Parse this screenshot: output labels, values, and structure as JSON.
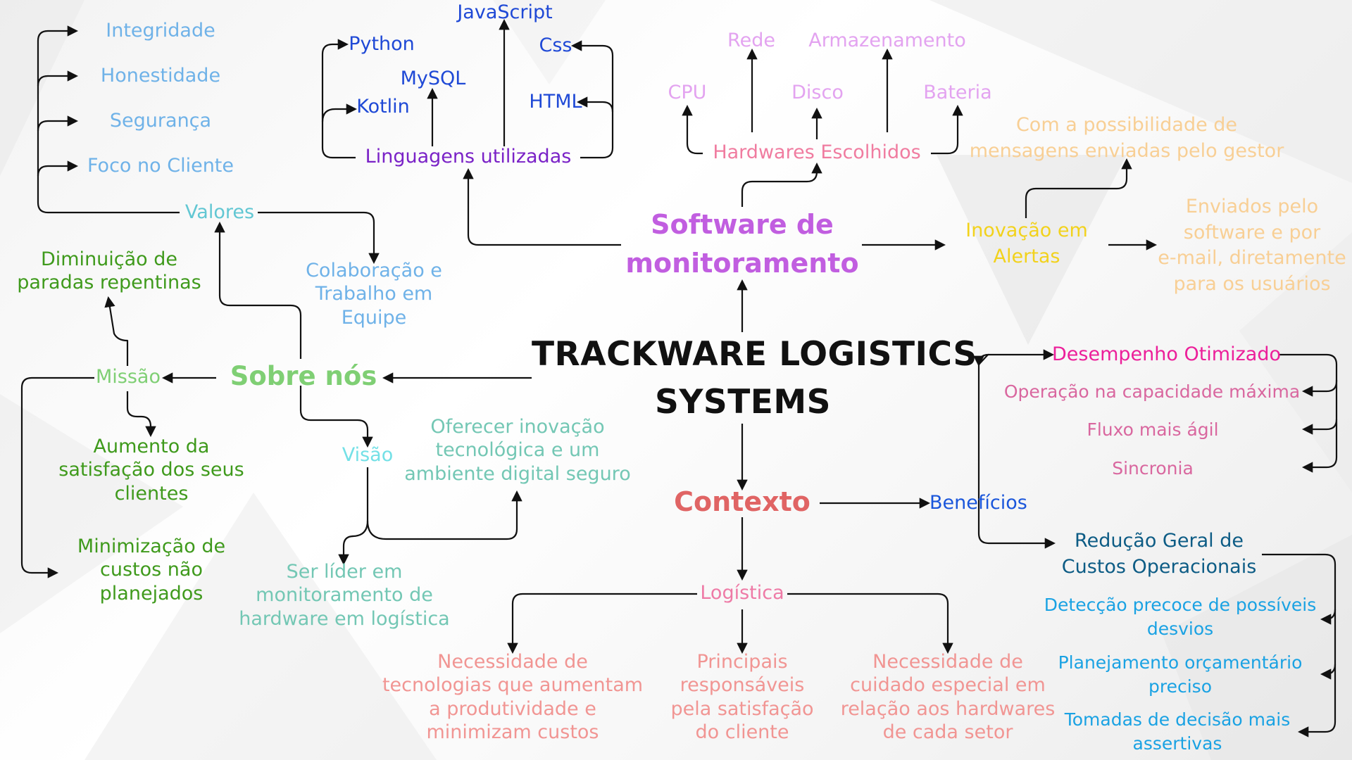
{
  "central": {
    "line1": "TRACKWARE LOGISTICS",
    "line2": "SYSTEMS"
  },
  "sobre": {
    "label": "Sobre nós",
    "valores": {
      "label": "Valores",
      "items": [
        "Integridade",
        "Honestidade",
        "Segurança",
        "Foco no Cliente"
      ],
      "colab": [
        "Colaboração e",
        "Trabalho em",
        "Equipe"
      ]
    },
    "missao": {
      "label": "Missão",
      "diminuicao": [
        "Diminuição de",
        "paradas repentinas"
      ],
      "aumento": [
        "Aumento da",
        "satisfação dos seus",
        "clientes"
      ],
      "minimizacao": [
        "Minimização de",
        "custos não",
        "planejados"
      ]
    },
    "visao": {
      "label": "Visão",
      "oferecer": [
        "Oferecer inovação",
        "tecnológica e um",
        "ambiente digital seguro"
      ],
      "lider": [
        "Ser líder em",
        "monitoramento de",
        "hardware em logística"
      ]
    }
  },
  "software": {
    "label": [
      "Software de",
      "monitoramento"
    ],
    "linguagens": {
      "label": "Linguagens utilizadas",
      "items": {
        "javascript": "JavaScript",
        "python": "Python",
        "css": "Css",
        "mysql": "MySQL",
        "kotlin": "Kotlin",
        "html": "HTML"
      }
    },
    "hardwares": {
      "label": "Hardwares Escolhidos",
      "items": {
        "rede": "Rede",
        "armazenamento": "Armazenamento",
        "cpu": "CPU",
        "disco": "Disco",
        "bateria": "Bateria"
      }
    },
    "inovacao": {
      "label": [
        "Inovação em",
        "Alertas"
      ],
      "possibilidade": [
        "Com a possibilidade de",
        "mensagens enviadas pelo gestor"
      ],
      "enviados": [
        "Enviados pelo",
        "software e por",
        "e-mail, diretamente",
        "para os usuários"
      ]
    }
  },
  "contexto": {
    "label": "Contexto",
    "beneficios": {
      "label": "Benefícios",
      "desempenho": {
        "label": "Desempenho Otimizado",
        "items": [
          "Operação na capacidade máxima",
          "Fluxo mais ágil",
          "Sincronia"
        ]
      },
      "reducao": {
        "label": [
          "Redução Geral de",
          "Custos Operacionais"
        ],
        "deteccao": [
          "Detecção precoce de possíveis",
          "desvios"
        ],
        "planejamento": [
          "Planejamento orçamentário",
          "preciso"
        ],
        "tomadas": [
          "Tomadas de decisão mais",
          "assertivas"
        ]
      }
    },
    "logistica": {
      "label": "Logística",
      "necessidade1": [
        "Necessidade de",
        "tecnologias que aumentam",
        "a produtividade e",
        "minimizam custos"
      ],
      "principais": [
        "Principais",
        "responsáveis",
        "pela satisfação",
        "do cliente"
      ],
      "necessidade2": [
        "Necessidade de",
        "cuidado especial em",
        "relação aos hardwares",
        "de cada setor"
      ]
    }
  },
  "colors": {
    "central": "#111111",
    "sobre": "#7fcf74",
    "valores": "#62c7d3",
    "valores_items": "#6fb2e8",
    "missao_green": "#3f9a1c",
    "visao_teal": "#73c7b4",
    "software": "#c15ee0",
    "linguagens": "#7a22c7",
    "lang_blue": "#1f49d6",
    "hardwares": "#f07ca0",
    "hw_items": "#e3a3f0",
    "inovacao": "#f2d21c",
    "inov_items": "#f8cf95",
    "contexto": "#e06464",
    "beneficios": "#1a56db",
    "desempenho": "#ec1f9a",
    "desemp_items": "#d9679f",
    "reducao": "#0d5c85",
    "reducao_items": "#1aa2e3",
    "logistica": "#ee7aa6",
    "logist_items": "#f19593"
  }
}
